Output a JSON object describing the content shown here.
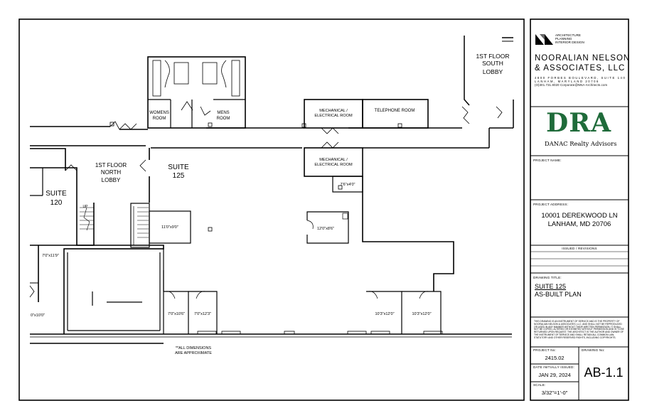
{
  "plan": {
    "rooms": {
      "womens": [
        "WOMENS",
        "ROOM"
      ],
      "mens": [
        "MENS",
        "ROOM"
      ],
      "mech1": [
        "MECHANICAL /",
        "ELECTRICAL ROOM"
      ],
      "telephone": "TELEPHONE ROOM",
      "mech2": [
        "MECHANICAL /",
        "ELECTRICAL ROOM"
      ],
      "south_lobby": [
        "1ST FLOOR",
        "SOUTH",
        "LOBBY"
      ],
      "north_lobby": [
        "1ST FLOOR",
        "NORTH",
        "LOBBY"
      ],
      "suite125": [
        "SUITE",
        "125"
      ],
      "suite120": [
        "SUITE",
        "120"
      ]
    },
    "stair_label": "UP",
    "dimensions": {
      "d_7_6x4_0": "7'6\"x4'0\"",
      "d_11_0x9_0": "11'0\"x9'0\"",
      "d_12_0x8_6": "12'0\"x8'6\"",
      "d_7_0x11_9": "7'0\"x11'9\"",
      "d_x10_0": "0\"x10'0\"",
      "d_7_0x10_6": "7'0\"x10'6\"",
      "d_7_0x12_3": "7'0\"x12'3\"",
      "d_10_3x12_0_a": "10'3\"x12'0\"",
      "d_10_3x12_0_b": "10'3\"x12'0\""
    },
    "note": [
      "**ALL DIMENSIONS",
      "ARE APPROXIMATE"
    ]
  },
  "title_block": {
    "firm_tagline": [
      "ARCHITECTURE",
      "PLANNING",
      "INTERIOR DESIGN"
    ],
    "firm_name": [
      "NOORALIAN NELSON",
      "& ASSOCIATES, LLC"
    ],
    "firm_address": [
      "4800 FORBES BOULEVARD, SUITE 140",
      "LANHAM, MARYLAND 20706",
      "(O)301.731.8020  Corporate@NNA-Architects.com"
    ],
    "client_logo": "DRA",
    "client_name": "DANAC Realty Advisors",
    "project_name_label": "PROJECT NAME:",
    "project_address_label": "PROJECT ADDRESS:",
    "project_address": [
      "10001 DEREKWOOD LN",
      "LANHAM, MD 20706"
    ],
    "issued_label": "ISSUED / REVISIONS",
    "drawing_title_label": "DRAWING TITLE:",
    "drawing_title": [
      "SUITE 125",
      "AS-BUILT PLAN"
    ],
    "disclaimer": "THIS DRAWING IS AN INSTRUMENT OF SERVICE AND IS THE PROPERTY OF NOORALIAN NELSON & ASSOCIATES, LLC. AND SHALL NOT BE REPRODUCED OR USED IN ANY MANNER WITHOUT THEIR WRITTEN PERMISSION. IT SHALL NOT BE COPIED, ALTERED OR EXHIBITED WITHOUT PERMISSION AND IS TO BE RETURNED UPON REQUEST. THE ARCHITECT IS THE AUTHOR AND OWNER OF THE INSTRUMENT OF SERVICE AND SHALL RETAIN ALL COMMON LAW, STATUTORY AND OTHER RESERVED RIGHTS, INCLUDING COPYRIGHTS.",
    "project_no_label": "PROJECT No:",
    "project_no": "2415.02",
    "drawing_no_label": "DRAWING No:",
    "date_label": "DATE INITIALLY ISSUED:",
    "date": "JAN 29, 2024",
    "sheet_no": "AB-1.1",
    "scale_label": "SCALE:",
    "scale": "3/32\"=1'-0\""
  }
}
